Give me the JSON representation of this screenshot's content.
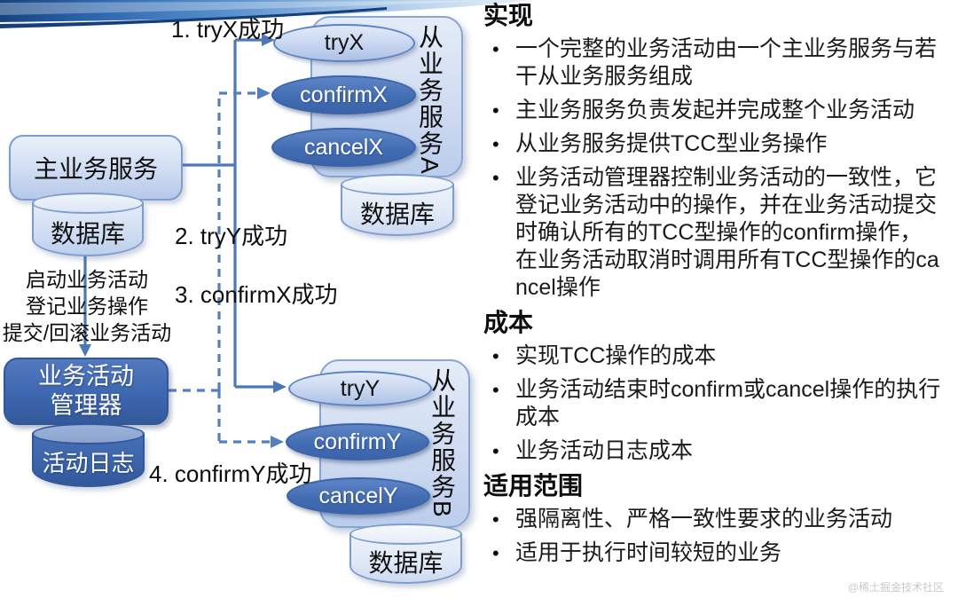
{
  "diagram": {
    "step_labels": [
      "1. tryX成功",
      "2. tryY成功",
      "3. confirmX成功",
      "4. confirmY成功"
    ],
    "main_service": {
      "label": "主业务服务",
      "db": "数据库"
    },
    "manager": {
      "lines": [
        "业务活动",
        "管理器"
      ],
      "log": "活动日志",
      "notes": [
        "启动业务活动",
        "登记业务操作",
        "提交/回滚业务活动"
      ]
    },
    "service_a": {
      "label": "从业务服务A",
      "ops": [
        "tryX",
        "confirmX",
        "cancelX"
      ],
      "db": "数据库"
    },
    "service_b": {
      "label": "从业务服务B",
      "ops": [
        "tryY",
        "confirmY",
        "cancelY"
      ],
      "db": "数据库"
    }
  },
  "panel": {
    "bullet_char": "•",
    "sections": [
      {
        "heading": "实现",
        "bullets": [
          "一个完整的业务活动由一个主业务服务与若干从业务服务组成",
          "主业务服务负责发起并完成整个业务活动",
          "从业务服务提供TCC型业务操作",
          "业务活动管理器控制业务活动的一致性，它登记业务活动中的操作，并在业务活动提交时确认所有的TCC型操作的confirm操作，在业务活动取消时调用所有TCC型操作的cancel操作"
        ]
      },
      {
        "heading": "成本",
        "bullets": [
          "实现TCC操作的成本",
          "业务活动结束时confirm或cancel操作的执行成本",
          "业务活动日志成本"
        ]
      },
      {
        "heading": "适用范围",
        "bullets": [
          "强隔离性、严格一致性要求的业务活动",
          "适用于执行时间较短的业务"
        ]
      }
    ]
  },
  "watermark": "@稀土掘金技术社区",
  "colors": {
    "line_blue": "#4c78b6",
    "dash_blue": "#537fc0",
    "dark_node": "#3c66ae",
    "light_border": "#7e9ccd",
    "banner_navy": "#143e7d"
  }
}
